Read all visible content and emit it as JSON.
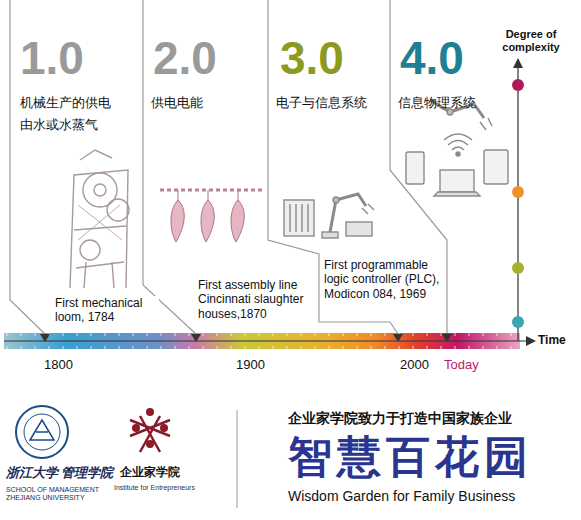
{
  "diagram": {
    "nodes": [
      {
        "text": [
          "1.0",
          "机械生产的供电 由水或水蒸气",
          "First mechanical loom, 1784"
        ]
      },
      {
        "text": [
          "2.0",
          "供电电能",
          "First assembly line Cincinnati slaughter houses,1870"
        ]
      },
      {
        "text": [
          "3.0",
          "电子与信息系统",
          "First programmable logic controller (PLC), Modicon 084, 1969"
        ]
      },
      {
        "text": [
          "4.0",
          "信息物理系统"
        ]
      }
    ],
    "labels": [
      "Degree of complexity",
      "Time",
      "1800",
      "1900",
      "2000",
      "Today",
      "浙江大学 管理学院",
      "SCHOOL OF MANAGEMENT ZHEJIANG UNIVERSITY",
      "企业家学院",
      "Institute for Entrepreneurs",
      "企业家学院致力于打造中国家族企业",
      "智慧百花园",
      "Wisdom Garden for Family Business"
    ]
  }
}
